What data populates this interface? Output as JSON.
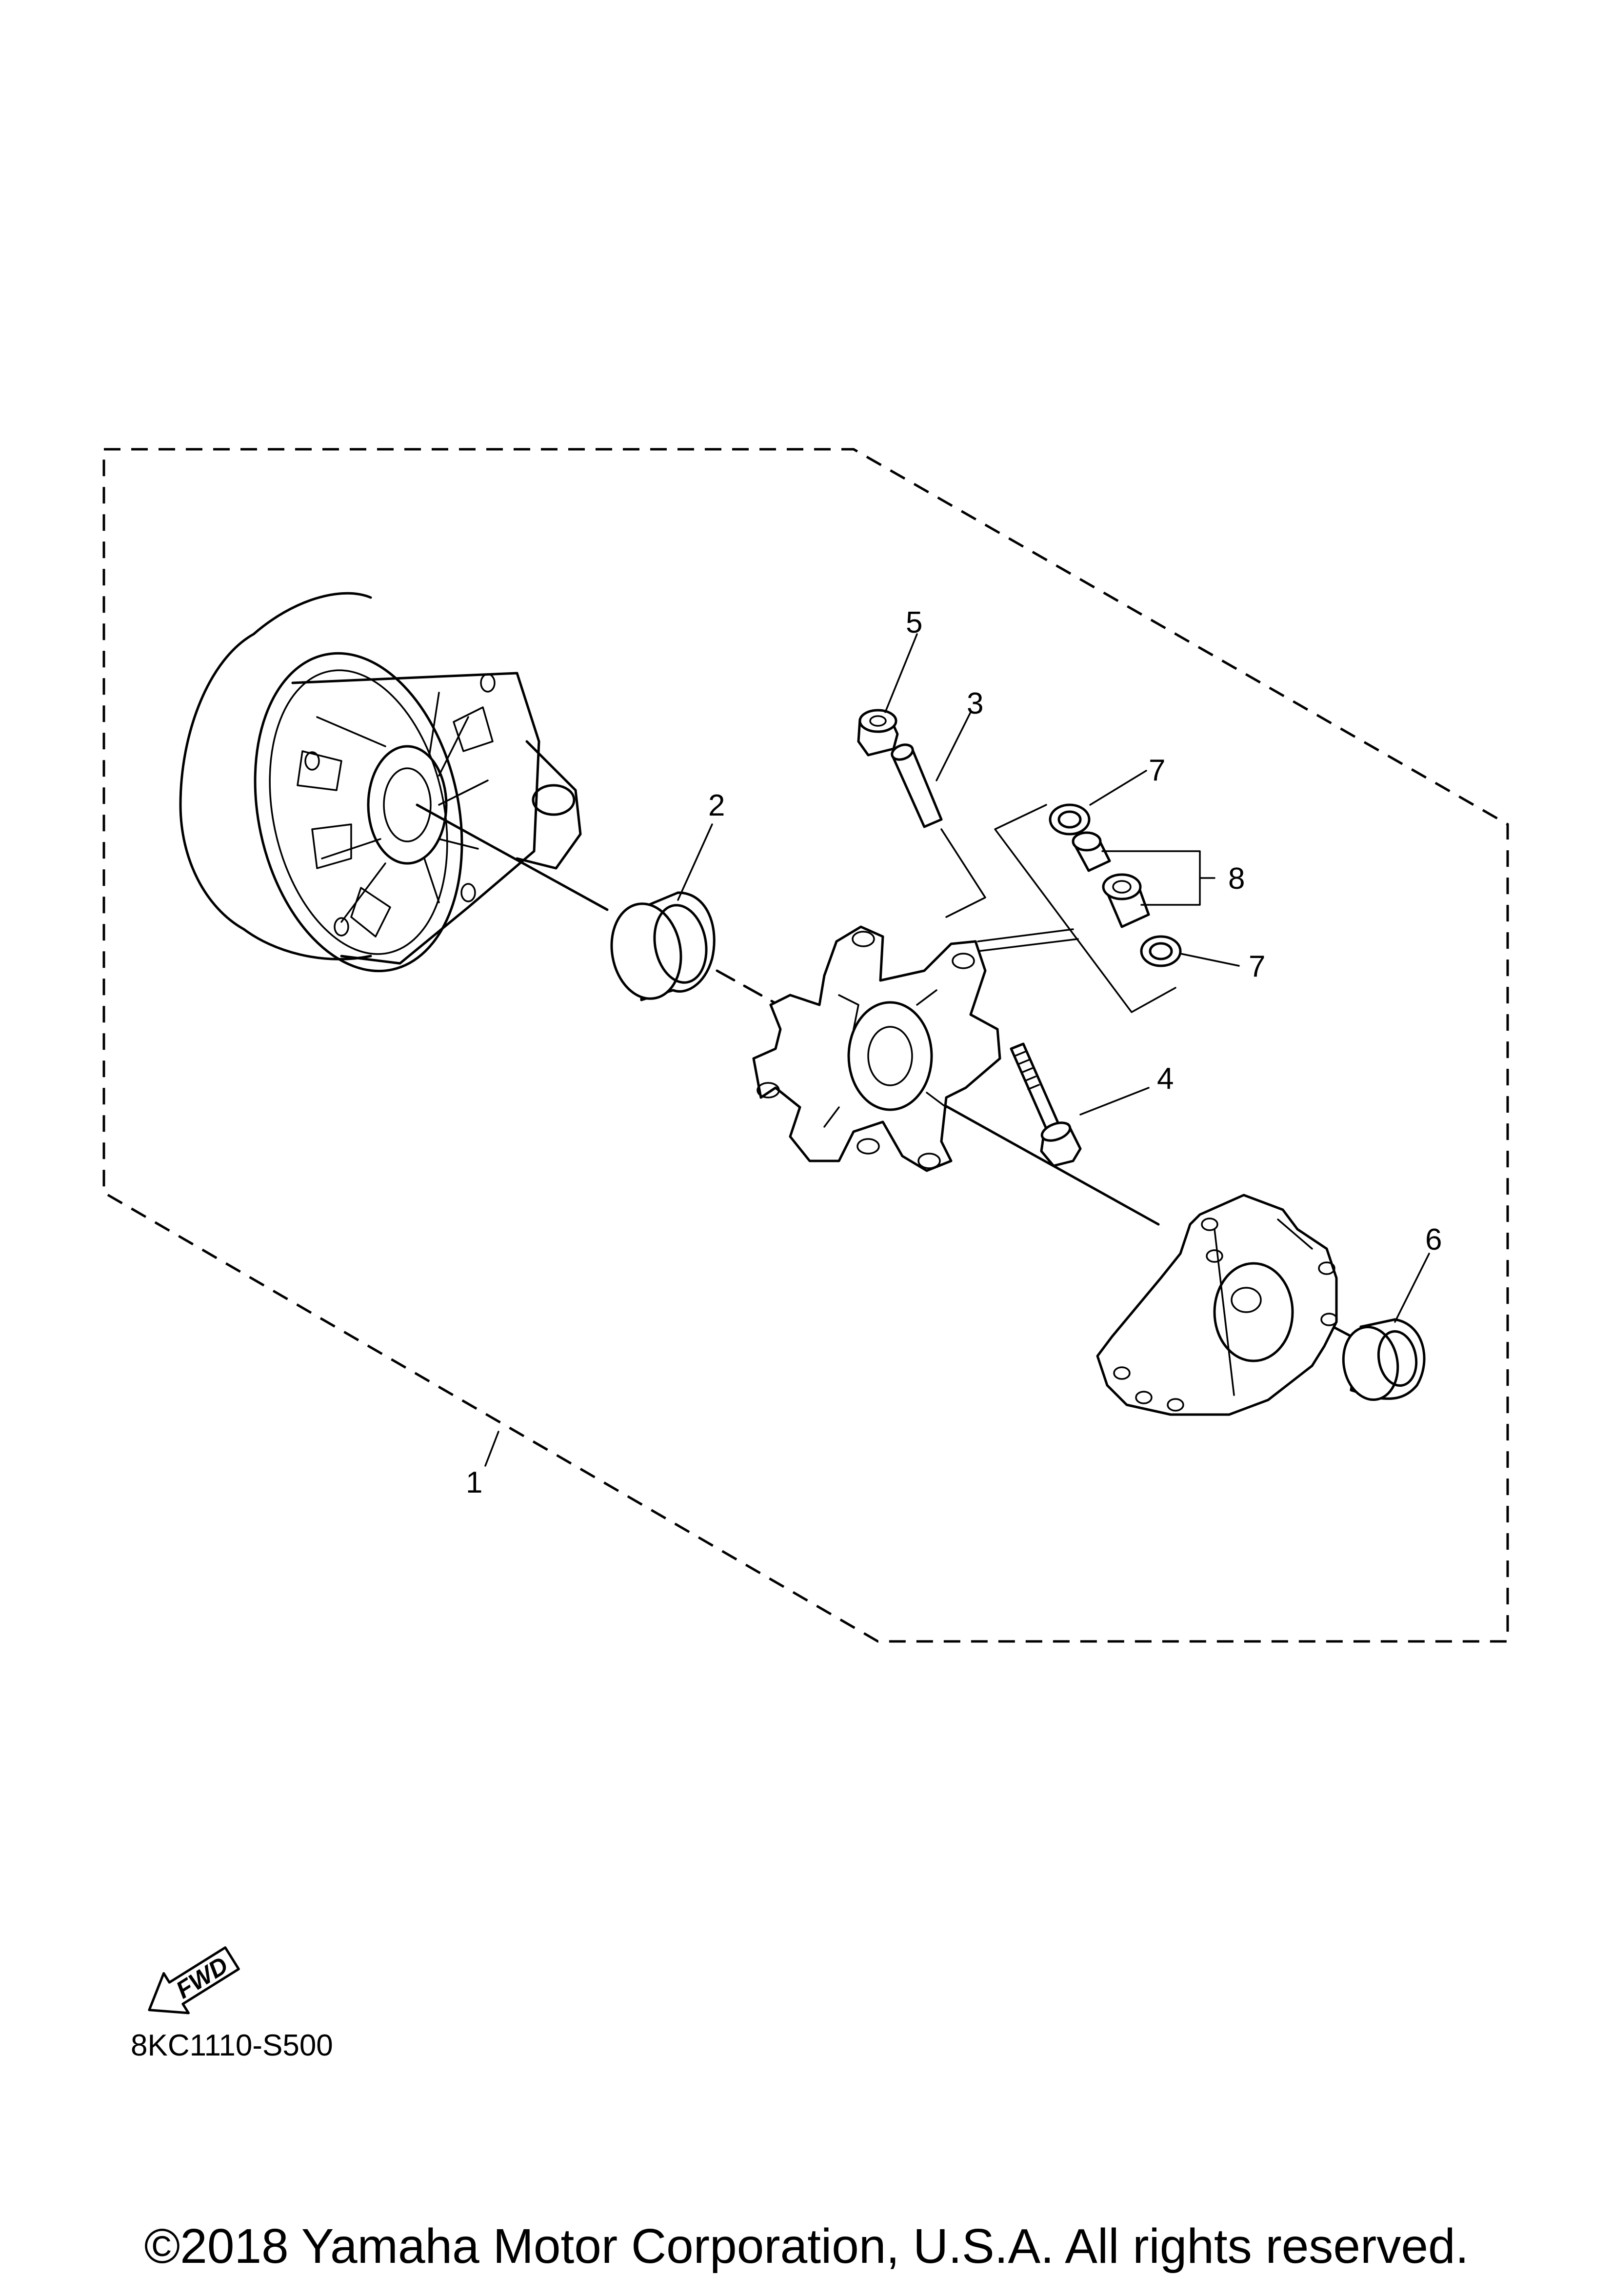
{
  "diagram": {
    "callouts": {
      "c1": "1",
      "c2": "2",
      "c3": "3",
      "c4": "4",
      "c5": "5",
      "c6": "6",
      "c7a": "7",
      "c7b": "7",
      "c8": "8"
    },
    "fwd_text": "FWD",
    "code": "8KC1110-S500",
    "copyright": "©2018 Yamaha Motor Corporation, U.S.A. All rights reserved."
  }
}
